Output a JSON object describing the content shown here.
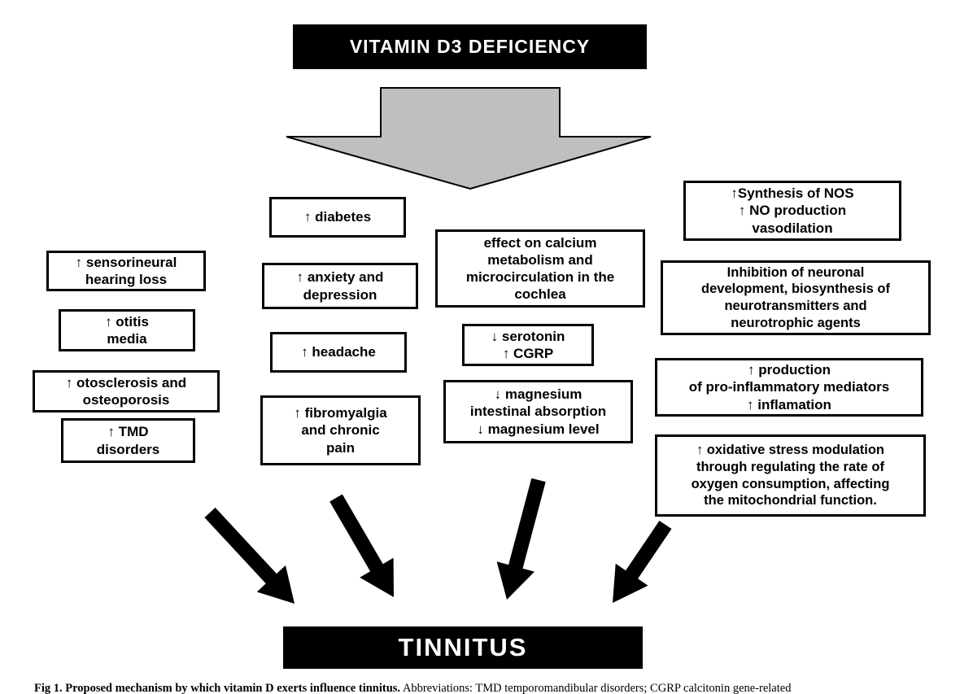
{
  "diagram": {
    "title": "VITAMIN D3 DEFICIENCY",
    "outcome": "TINNITUS"
  },
  "boxes": {
    "left": [
      "↑ sensorineural\nhearing loss",
      "↑ otitis\nmedia",
      "↑ otosclerosis and\nosteoporosis",
      "↑ TMD\ndisorders"
    ],
    "center": [
      "↑ diabetes",
      "↑ anxiety and\ndepression",
      "↑ headache",
      "↑ fibromyalgia\nand chronic\npain"
    ],
    "middle_right": [
      "effect on calcium\nmetabolism and\nmicrocirculation in the\ncochlea",
      "↓ serotonin\n↑ CGRP",
      "↓ magnesium\nintestinal absorption\n↓ magnesium level"
    ],
    "right": [
      "↑Synthesis of NOS\n↑ NO production\nvasodilation",
      "Inhibition of neuronal\ndevelopment, biosynthesis of\nneurotransmitters and\nneurotrophic agents",
      "↑ production\nof pro-inflammatory mediators\n↑ inflamation",
      "↑ oxidative stress modulation\nthrough regulating the rate of\noxygen consumption, affecting\nthe mitochondrial function."
    ]
  },
  "caption": {
    "bold": "Fig 1. Proposed mechanism by which vitamin D exerts influence tinnitus.",
    "rest": " Abbreviations: TMD temporomandibular disorders; CGRP calcitonin gene-related"
  },
  "colors": {
    "banner_bg": "#000000",
    "banner_text": "#ffffff",
    "arrow_gray": "#bfbfbf",
    "arrow_black": "#000000"
  }
}
